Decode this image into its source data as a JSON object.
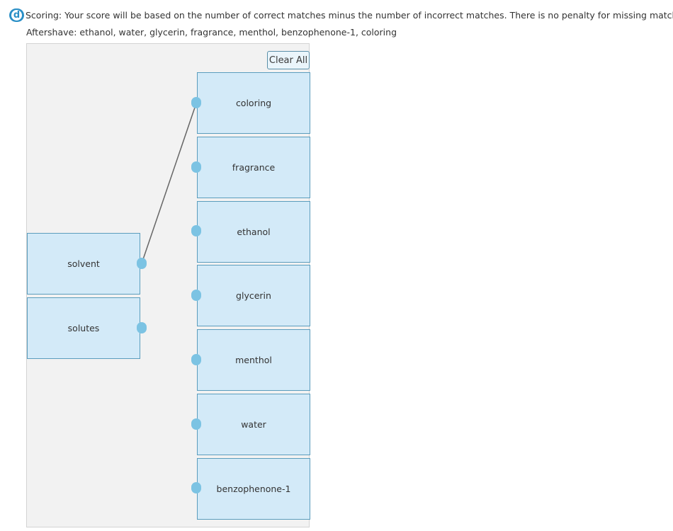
{
  "header": {
    "badge_letter": "d",
    "scoring_text": "Scoring: Your score will be based on the number of correct matches minus the number of incorrect matches. There is no penalty for missing matches.",
    "aftershave_text": "Aftershave: ethanol, water, glycerin, fragrance, menthol, benzophenone-1, coloring"
  },
  "controls": {
    "clear_all_label": "Clear All"
  },
  "left_items": [
    {
      "label": "solvent"
    },
    {
      "label": "solutes"
    }
  ],
  "right_items": [
    {
      "label": "coloring"
    },
    {
      "label": "fragrance"
    },
    {
      "label": "ethanol"
    },
    {
      "label": "glycerin"
    },
    {
      "label": "menthol"
    },
    {
      "label": "water"
    },
    {
      "label": "benzophenone-1"
    }
  ],
  "connections": [
    {
      "from": "solvent",
      "to": "coloring"
    }
  ],
  "colors": {
    "box_fill": "#d3eaf8",
    "box_border": "#5b9dbd",
    "connector_dot": "#7cc3e3",
    "connection_line": "#666666",
    "badge": "#2a8fc6"
  }
}
